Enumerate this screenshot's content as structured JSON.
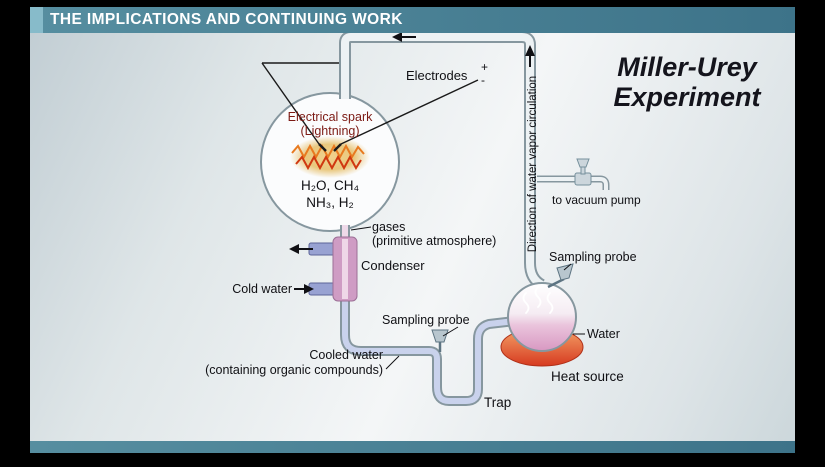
{
  "header": {
    "title": "THE IMPLICATIONS AND CONTINUING WORK"
  },
  "title": {
    "line1": "Miller-Urey",
    "line2": "Experiment"
  },
  "labels": {
    "electrodes": "Electrodes",
    "plus": "+",
    "minus": "-",
    "spark1": "Electrical spark",
    "spark2": "(Lightning)",
    "formula1": "H₂O, CH₄",
    "formula2": "NH₃, H₂",
    "gases1": "gases",
    "gases2": "(primitive atmosphere)",
    "condenser": "Condenser",
    "cold_water": "Cold water",
    "direction": "Direction of water vapor circulation",
    "vacuum": "to vacuum pump",
    "sampling_probe_right": "Sampling probe",
    "sampling_probe_left": "Sampling probe",
    "water": "Water",
    "heat_source": "Heat source",
    "cooled1": "Cooled water",
    "cooled2": "(containing organic compounds)",
    "trap": "Trap"
  },
  "colors": {
    "header_teal": "#3d7389",
    "header_accent": "#87bbca",
    "spark_glow": "#e9c77d",
    "spark_zigzag_orange": "#e87a20",
    "spark_zigzag_red": "#d03810",
    "flask_water_pink": "#d898c2",
    "heat_source_red": "#d63a20",
    "condenser_jacket": "#cf9cc4",
    "condenser_arm_blue": "#98a2d2",
    "cooled_water_tube": "#c9d2ec"
  }
}
